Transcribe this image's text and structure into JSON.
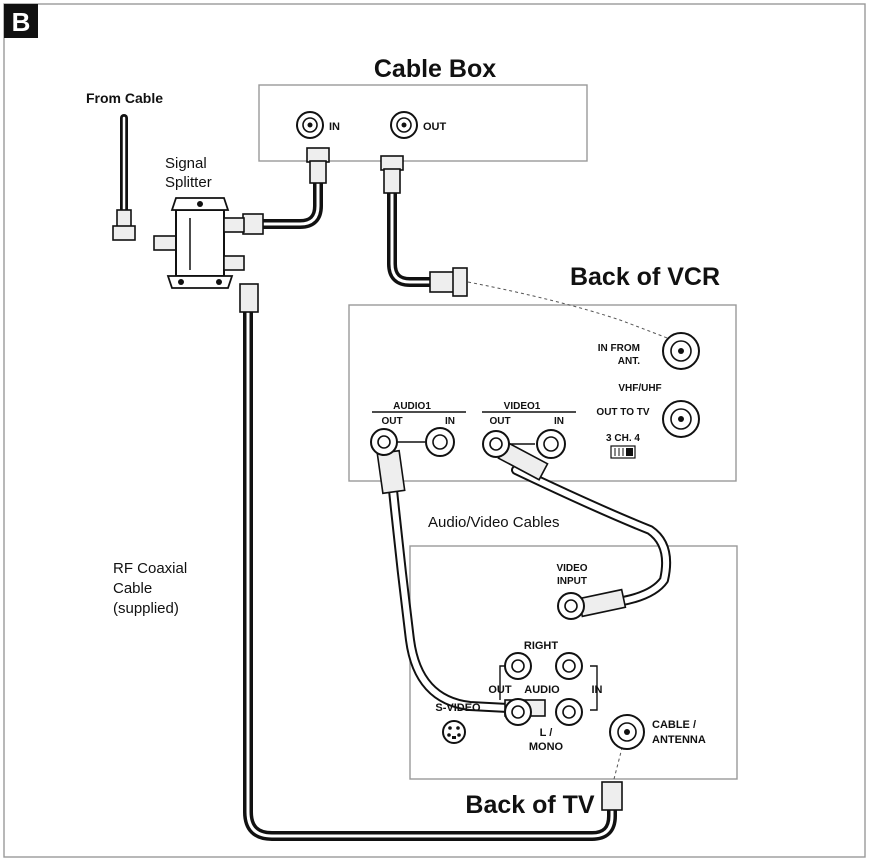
{
  "badge": "B",
  "labels": {
    "cable_box": "Cable Box",
    "from_cable": "From Cable",
    "signal": "Signal",
    "splitter": "Splitter",
    "in": "IN",
    "out": "OUT",
    "back_of_vcr": "Back of VCR",
    "in_from": "IN FROM",
    "ant": "ANT.",
    "vhf_uhf": "VHF/UHF",
    "out_to_tv": "OUT TO TV",
    "ch_switch": "3 CH. 4",
    "audio1": "AUDIO1",
    "video1": "VIDEO1",
    "out_a": "OUT",
    "in_a": "IN",
    "out_v": "OUT",
    "in_v": "IN",
    "av_cables": "Audio/Video Cables",
    "rf1": "RF Coaxial",
    "rf2": "Cable",
    "rf3": "(supplied)",
    "video": "VIDEO",
    "input": "INPUT",
    "right": "RIGHT",
    "out_tv": "OUT",
    "audio": "AUDIO",
    "in_tv": "IN",
    "svideo": "S-VIDEO",
    "l_slash": "L /",
    "mono": "MONO",
    "cable_slash": "CABLE /",
    "antenna": "ANTENNA",
    "back_of_tv": "Back of TV"
  }
}
